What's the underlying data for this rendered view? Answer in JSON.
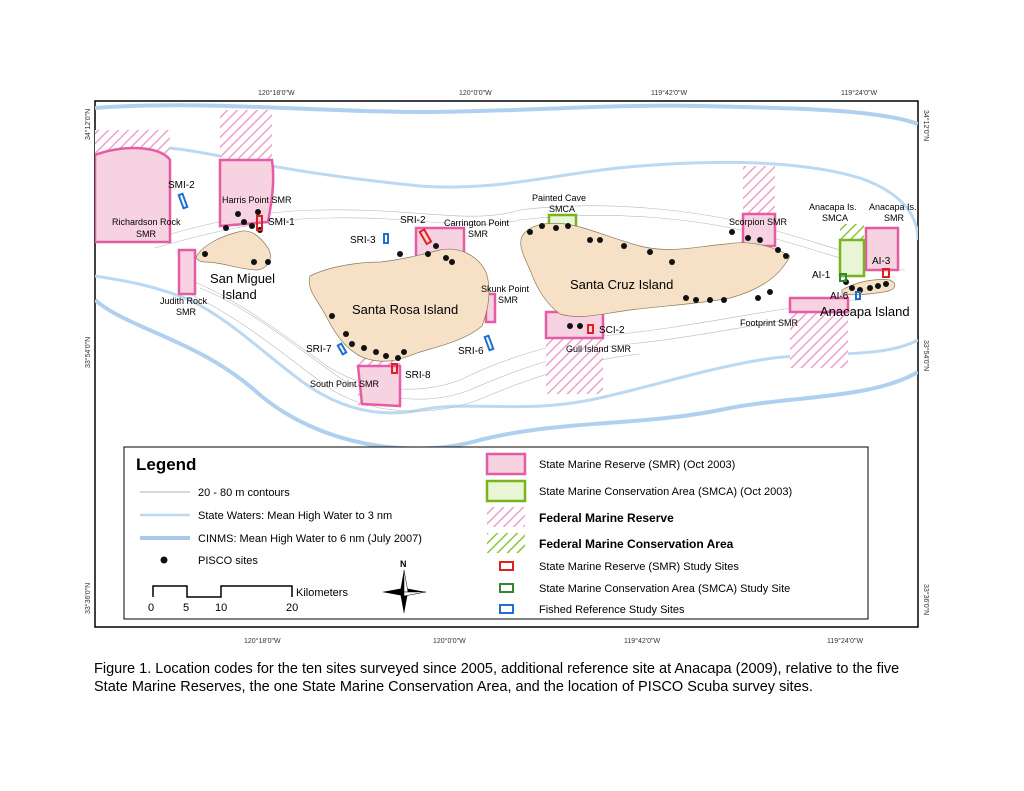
{
  "map": {
    "top_lon_ticks": [
      "120°18'0\"W",
      "120°0'0\"W",
      "119°42'0\"W",
      "119°24'0\"W"
    ],
    "bottom_lon_ticks": [
      "120°18'0\"W",
      "120°0'0\"W",
      "119°42'0\"W",
      "119°24'0\"W"
    ],
    "left_lat_ticks": [
      "34°12'0\"N",
      "33°54'0\"N",
      "33°36'0\"N"
    ],
    "right_lat_ticks": [
      "34°12'0\"N",
      "33°54'0\"N",
      "33°36'0\"N"
    ],
    "islands": [
      "San Miguel",
      "Island",
      "Santa Rosa Island",
      "Santa Cruz Island",
      "Anacapa Island"
    ],
    "reserves": [
      "Richardson Rock",
      "SMR",
      "Harris Point SMR",
      "Judith Rock",
      "SMR",
      "Carrington Point",
      "SMR",
      "Skunk Point",
      "SMR",
      "South Point SMR",
      "Painted Cave",
      "SMCA",
      "Gull Island SMR",
      "Scorpion SMR",
      "Footprint SMR",
      "Anacapa Is.",
      "SMCA",
      "Anacapa Is.",
      "SMR"
    ],
    "sites": [
      "SMI-2",
      "SMI-1",
      "SRI-2",
      "SRI-3",
      "SRI-7",
      "SRI-6",
      "SRI-8",
      "SCI-2",
      "AI-1",
      "AI-3",
      "AI-6"
    ],
    "colors": {
      "smr_fill": "#f7d2e1",
      "smr_edge": "#e35da4",
      "smca_edge": "#79b41e",
      "federal_hatch": "#f0a0c8",
      "state_waters": "#bcd9f3",
      "cinms": "#b0d0ef",
      "land": "#f6e1c6",
      "study_red": "#e02020",
      "study_green": "#2f8a2f",
      "study_blue": "#1f6fd0"
    }
  },
  "legend": {
    "title": "Legend",
    "left": [
      "20 - 80 m contours",
      "State Waters: Mean High Water to 3 nm",
      "CINMS: Mean High Water to 6 nm (July 2007)",
      "PISCO sites"
    ],
    "scale_unit": "Kilometers",
    "scale_ticks": [
      "0",
      "5",
      "10",
      "20"
    ],
    "north": "N",
    "right": [
      "State Marine Reserve (SMR) (Oct 2003)",
      "State Marine Conservation Area (SMCA) (Oct 2003)",
      "Federal Marine Reserve",
      "Federal Marine Conservation Area",
      "State Marine Reserve (SMR) Study Sites",
      "State Marine Conservation Area (SMCA) Study Site",
      "Fished Reference Study Sites"
    ]
  },
  "caption": "Figure 1. Location codes for the ten sites surveyed since 2005, additional reference site at Anacapa (2009), relative to the five State Marine Reserves, the one State Marine Conservation Area, and the location of PISCO Scuba survey sites."
}
